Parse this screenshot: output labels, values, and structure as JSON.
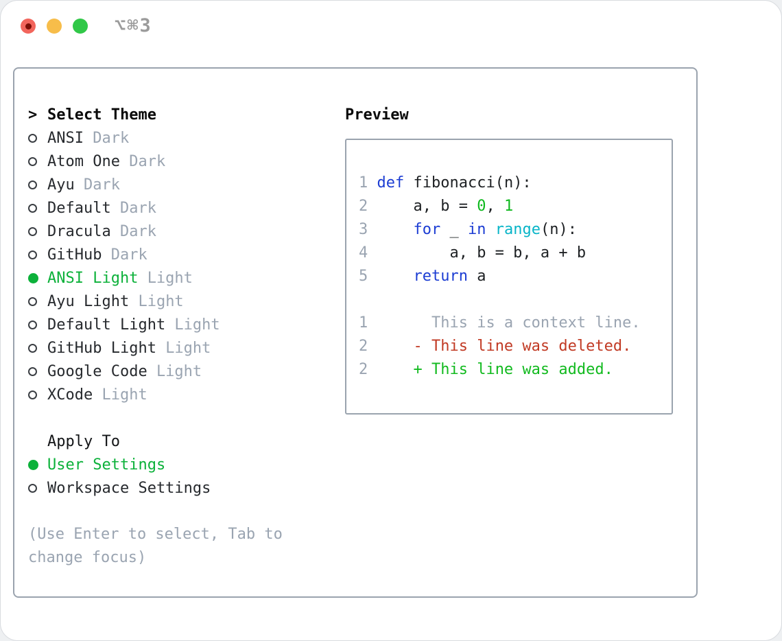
{
  "window": {
    "title": "⌥⌘3"
  },
  "theme_picker": {
    "cursor": ">",
    "title": "Select Theme",
    "items": [
      {
        "name": "ANSI",
        "variant": "Dark",
        "selected": false
      },
      {
        "name": "Atom One",
        "variant": "Dark",
        "selected": false
      },
      {
        "name": "Ayu",
        "variant": "Dark",
        "selected": false
      },
      {
        "name": "Default",
        "variant": "Dark",
        "selected": false
      },
      {
        "name": "Dracula",
        "variant": "Dark",
        "selected": false
      },
      {
        "name": "GitHub",
        "variant": "Dark",
        "selected": false
      },
      {
        "name": "ANSI Light",
        "variant": "Light",
        "selected": true
      },
      {
        "name": "Ayu Light",
        "variant": "Light",
        "selected": false
      },
      {
        "name": "Default Light",
        "variant": "Light",
        "selected": false
      },
      {
        "name": "GitHub Light",
        "variant": "Light",
        "selected": false
      },
      {
        "name": "Google Code",
        "variant": "Light",
        "selected": false
      },
      {
        "name": "XCode",
        "variant": "Light",
        "selected": false
      }
    ],
    "apply_to": {
      "title": "Apply To",
      "options": [
        {
          "label": "User Settings",
          "selected": true
        },
        {
          "label": "Workspace Settings",
          "selected": false
        }
      ]
    },
    "help": "(Use Enter to select, Tab to change focus)"
  },
  "preview": {
    "title": "Preview",
    "lines": [
      [
        {
          "t": "1 ",
          "c": "num"
        },
        {
          "t": "def",
          "c": "kw"
        },
        {
          "t": " fibonacci(n):",
          "c": "fg"
        }
      ],
      [
        {
          "t": "2 ",
          "c": "num"
        },
        {
          "t": "    a, b = ",
          "c": "fg"
        },
        {
          "t": "0",
          "c": "lit"
        },
        {
          "t": ", ",
          "c": "fg"
        },
        {
          "t": "1",
          "c": "lit"
        }
      ],
      [
        {
          "t": "3 ",
          "c": "num"
        },
        {
          "t": "    ",
          "c": "fg"
        },
        {
          "t": "for",
          "c": "kw"
        },
        {
          "t": " _ ",
          "c": "fg"
        },
        {
          "t": "in",
          "c": "kw"
        },
        {
          "t": " ",
          "c": "fg"
        },
        {
          "t": "range",
          "c": "fn"
        },
        {
          "t": "(n):",
          "c": "fg"
        }
      ],
      [
        {
          "t": "4 ",
          "c": "num"
        },
        {
          "t": "        a, b = b, a + b",
          "c": "fg"
        }
      ],
      [
        {
          "t": "5 ",
          "c": "num"
        },
        {
          "t": "    ",
          "c": "fg"
        },
        {
          "t": "return",
          "c": "kw"
        },
        {
          "t": " a",
          "c": "fg"
        }
      ],
      [],
      [
        {
          "t": "1 ",
          "c": "num"
        },
        {
          "t": "      This is a context line.",
          "c": "ctx"
        }
      ],
      [
        {
          "t": "2 ",
          "c": "num"
        },
        {
          "t": "    ",
          "c": "fg"
        },
        {
          "t": "- This line was deleted.",
          "c": "del"
        }
      ],
      [
        {
          "t": "2 ",
          "c": "num"
        },
        {
          "t": "    ",
          "c": "fg"
        },
        {
          "t": "+ This line was added.",
          "c": "add"
        }
      ]
    ]
  },
  "colors": {
    "fg": "#222527",
    "muted": "#9aa4b1",
    "kw_blue": "#1c3dd3",
    "fn_cyan": "#09b5c8",
    "lit_green": "#0db81d",
    "add_green": "#12ba1f",
    "del_red": "#c13a24",
    "ui_green": "#0cb13a",
    "border": "#9aa3ae",
    "title_gray": "#9b9b9b",
    "light_red": "#f2655c",
    "light_yellow": "#f7bd4a",
    "light_green": "#31c848"
  }
}
